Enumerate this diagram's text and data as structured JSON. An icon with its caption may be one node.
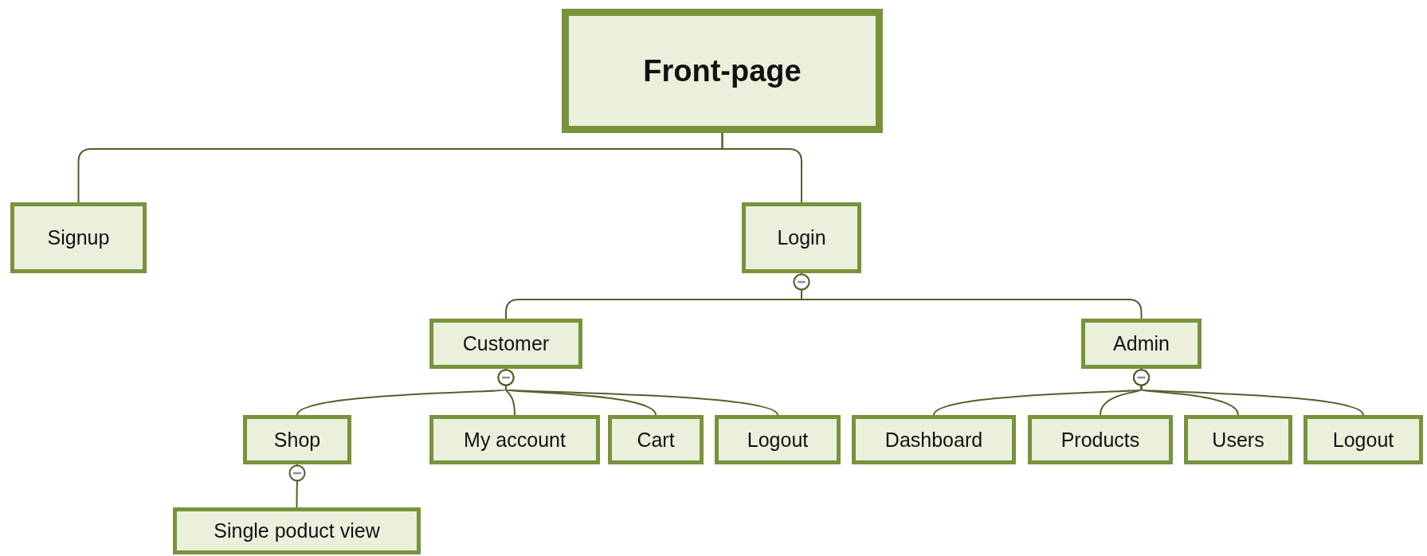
{
  "diagram": {
    "nodes": [
      {
        "text": [
          "Front-page"
        ]
      },
      {
        "text": [
          "Signup"
        ]
      },
      {
        "text": [
          "Login"
        ]
      },
      {
        "text": [
          "Customer"
        ]
      },
      {
        "text": [
          "Admin"
        ]
      },
      {
        "text": [
          "Shop"
        ]
      },
      {
        "text": [
          "My account"
        ]
      },
      {
        "text": [
          "Cart"
        ]
      },
      {
        "text": [
          "Logout"
        ]
      },
      {
        "text": [
          "Dashboard"
        ]
      },
      {
        "text": [
          "Products"
        ]
      },
      {
        "text": [
          "Users"
        ]
      },
      {
        "text": [
          "Logout"
        ]
      },
      {
        "text": [
          "Single poduct view"
        ]
      }
    ],
    "edges": [
      {
        "from": 0,
        "to": 1,
        "arrow": "none"
      },
      {
        "from": 0,
        "to": 2,
        "arrow": "none"
      },
      {
        "from": 2,
        "to": 3,
        "arrow": "other"
      },
      {
        "from": 2,
        "to": 4,
        "arrow": "other"
      },
      {
        "from": 3,
        "to": 5,
        "arrow": "other"
      },
      {
        "from": 3,
        "to": 6,
        "arrow": "other"
      },
      {
        "from": 3,
        "to": 7,
        "arrow": "other"
      },
      {
        "from": 3,
        "to": 8,
        "arrow": "other"
      },
      {
        "from": 4,
        "to": 9,
        "arrow": "other"
      },
      {
        "from": 4,
        "to": 10,
        "arrow": "other"
      },
      {
        "from": 4,
        "to": 11,
        "arrow": "other"
      },
      {
        "from": 4,
        "to": 12,
        "arrow": "other"
      },
      {
        "from": 5,
        "to": 13,
        "arrow": "other"
      }
    ]
  }
}
